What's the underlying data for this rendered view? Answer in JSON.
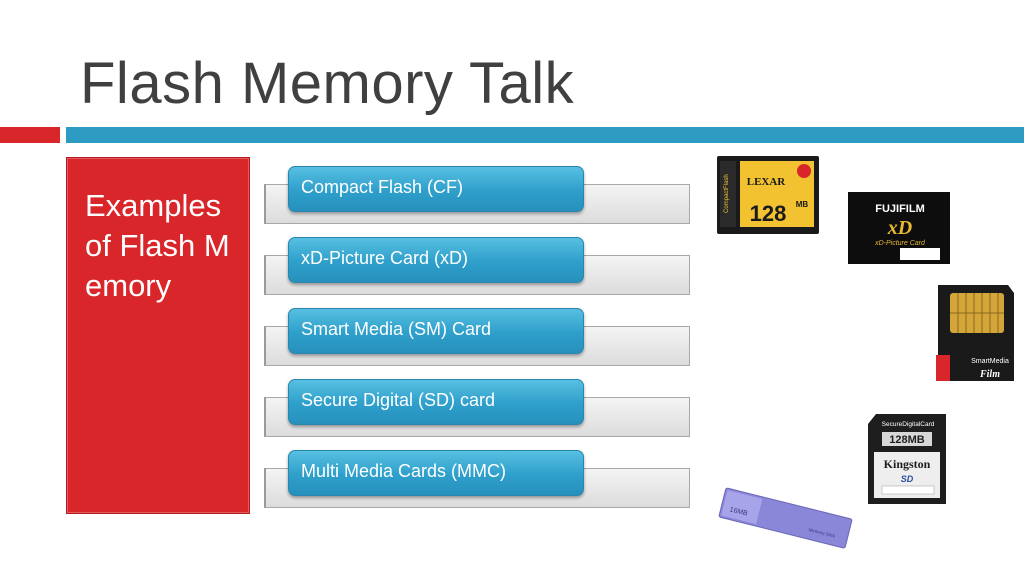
{
  "slide": {
    "title": "Flash Memory Talk",
    "side_text": "Examples of Flash Memory",
    "items": [
      "Compact Flash (CF)",
      "xD-Picture Card (xD)",
      "Smart Media (SM) Card",
      "Secure Digital (SD) card",
      "Multi Media Cards (MMC)"
    ]
  },
  "cards": {
    "cf": {
      "brand": "LEXAR",
      "capacity": "128",
      "unit": "MB",
      "side_label": "CompactFlash"
    },
    "xd": {
      "brand": "FUJIFILM",
      "logo": "xD",
      "subtitle": "xD-Picture Card"
    },
    "sm": {
      "brand": "SmartMedia",
      "mark": "Film"
    },
    "sd": {
      "header": "SecureDigitalCard",
      "capacity": "128MB",
      "brand": "Kingston",
      "logo": "SD"
    },
    "ms": {
      "capacity": "16MB",
      "label": "Memory Stick"
    }
  }
}
